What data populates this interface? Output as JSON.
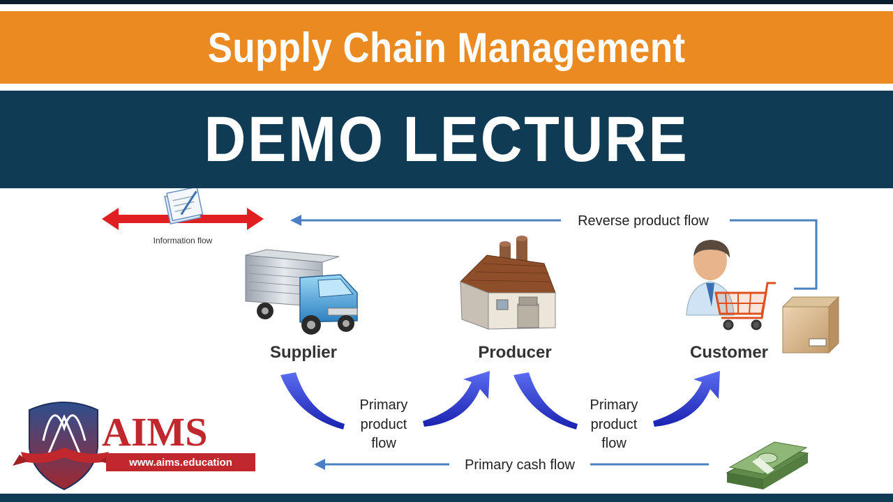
{
  "header": {
    "title": "Supply Chain Management",
    "subtitle": "DEMO LECTURE"
  },
  "diagram": {
    "information_flow_label": "Information flow",
    "reverse_flow_label": "Reverse product flow",
    "cash_flow_label": "Primary cash flow",
    "nodes": {
      "supplier": "Supplier",
      "producer": "Producer",
      "customer": "Customer"
    },
    "primary_flow_1": [
      "Primary",
      "product",
      "flow"
    ],
    "primary_flow_2": [
      "Primary",
      "product",
      "flow"
    ]
  },
  "logo": {
    "name": "AIMS",
    "url": "www.aims.education"
  },
  "colors": {
    "orange": "#ec8a22",
    "navy": "#0f3b55",
    "flow_line": "#4a7fc1",
    "primary_arrow": "#1f33c8",
    "info_arrow": "#e02020",
    "logo_red": "#c0282d"
  }
}
